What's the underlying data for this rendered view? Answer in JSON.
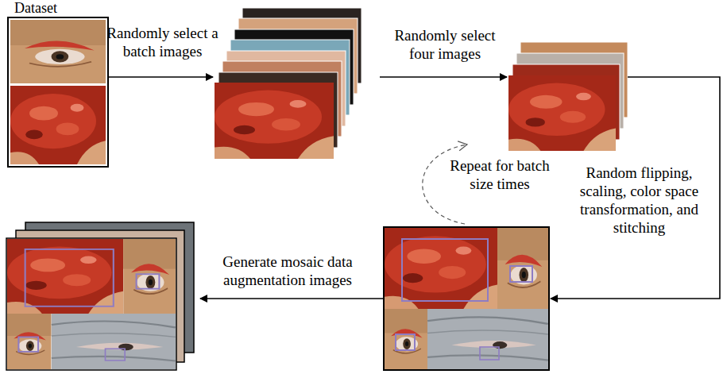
{
  "diagram": {
    "nodes": [
      {
        "text": [
          "Dataset"
        ]
      }
    ],
    "labels": [
      "Randomly select a batch images",
      "Randomly select four images",
      "Repeat for batch size times",
      "Random flipping, scaling, color space transformation, and stitching",
      "Generate mosaic data augmentation images"
    ]
  }
}
